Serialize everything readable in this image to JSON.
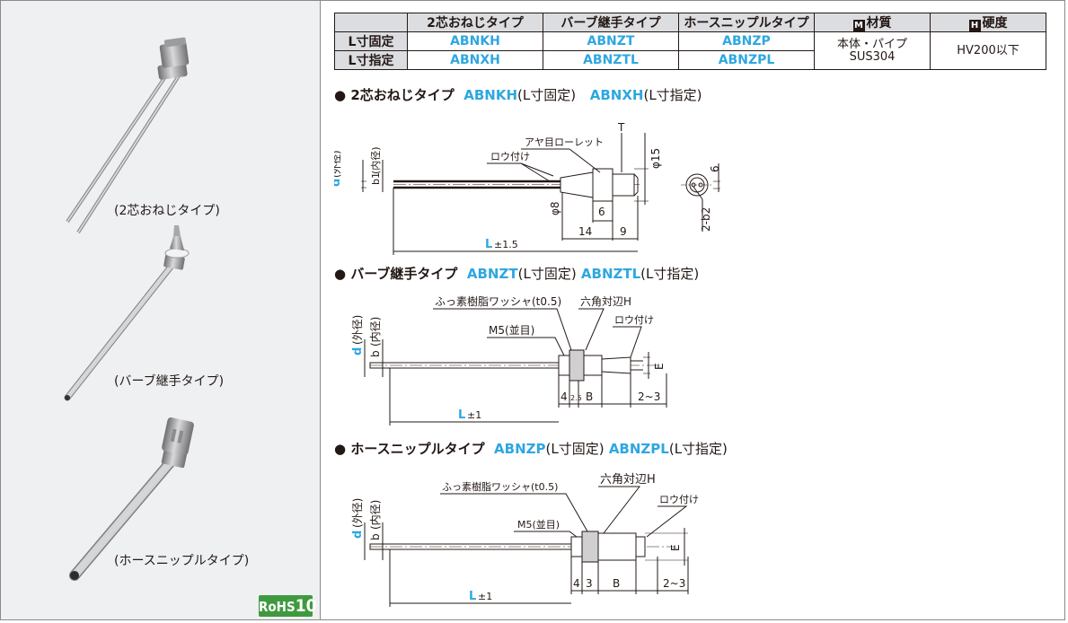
{
  "left_panel": {
    "captions": [
      "(2芯おねじタイプ)",
      "(バーブ継手タイプ)",
      "(ホースニップルタイプ)"
    ],
    "rohs": {
      "prefix": "RoHS",
      "number": "10"
    }
  },
  "spec_table": {
    "headers": [
      "2芯おねじタイプ",
      "バーブ継手タイプ",
      "ホースニップルタイプ"
    ],
    "material_header": {
      "mark": "M",
      "label": "材質"
    },
    "hardness_header": {
      "mark": "H",
      "label": "硬度"
    },
    "rows": [
      {
        "label": "L寸固定",
        "codes": [
          "ABNKH",
          "ABNZT",
          "ABNZP"
        ]
      },
      {
        "label": "L寸指定",
        "codes": [
          "ABNXH",
          "ABNZTL",
          "ABNZPL"
        ]
      }
    ],
    "material_lines": [
      "本体・パイプ",
      "SUS304"
    ],
    "hardness": "HV200以下"
  },
  "sections": [
    {
      "bullet": "●",
      "title": "2芯おねじタイプ",
      "code_fixed": "ABNKH",
      "fixed_label": "(L寸固定)",
      "code_spec": "ABNXH",
      "spec_label": "(L寸指定)"
    },
    {
      "bullet": "●",
      "title": "バーブ継手タイプ",
      "code_fixed": "ABNZT",
      "fixed_label": "(L寸固定)",
      "code_spec": "ABNZTL",
      "spec_label": "(L寸指定)"
    },
    {
      "bullet": "●",
      "title": "ホースニップルタイプ",
      "code_fixed": "ABNZP",
      "fixed_label": "(L寸固定)",
      "code_spec": "ABNZPL",
      "spec_label": "(L寸指定)"
    }
  ],
  "drawing1": {
    "d_label": "d",
    "outer_dia": "(外径)",
    "b1_label": "b1",
    "inner_dia": "(内径)",
    "knurl": "アヤ目ローレット",
    "brazed": "ロウ付け",
    "t_label": "T",
    "phi15": "φ15",
    "phi8": "φ8",
    "dim6": "6",
    "dim14": "14",
    "dim9": "9",
    "l_label": "L",
    "l_tol": "±1.5",
    "end_dim6": "6",
    "end_b2": "2-b2"
  },
  "drawing2": {
    "d_label": "d",
    "outer_dia": "(外径)",
    "b_label": "b",
    "inner_dia": "(内径)",
    "washer": "ふっ素樹脂ワッシャ(t0.5)",
    "hex": "六角対辺H",
    "thread": "M5(並目)",
    "brazed": "ロウ付け",
    "e_label": "E",
    "dim4": "4",
    "dim25": "2.5",
    "b_dim": "B",
    "dim23": "2~3",
    "l_label": "L",
    "l_tol": "±1"
  },
  "drawing3": {
    "d_label": "d",
    "outer_dia": "(外径)",
    "b_label": "b",
    "inner_dia": "(内径)",
    "washer": "ふっ素樹脂ワッシャ(t0.5)",
    "hex": "六角対辺H",
    "thread": "M5(並目)",
    "brazed": "ロウ付け",
    "e_label": "E",
    "dim4": "4",
    "dim3": "3",
    "b_dim": "B",
    "dim23": "2~3",
    "l_label": "L",
    "l_tol": "±1"
  },
  "colors": {
    "accent": "#2ea7e0",
    "panel": "#eef0f2",
    "header": "#dcdde0",
    "rohs": "#3f9a3f"
  }
}
